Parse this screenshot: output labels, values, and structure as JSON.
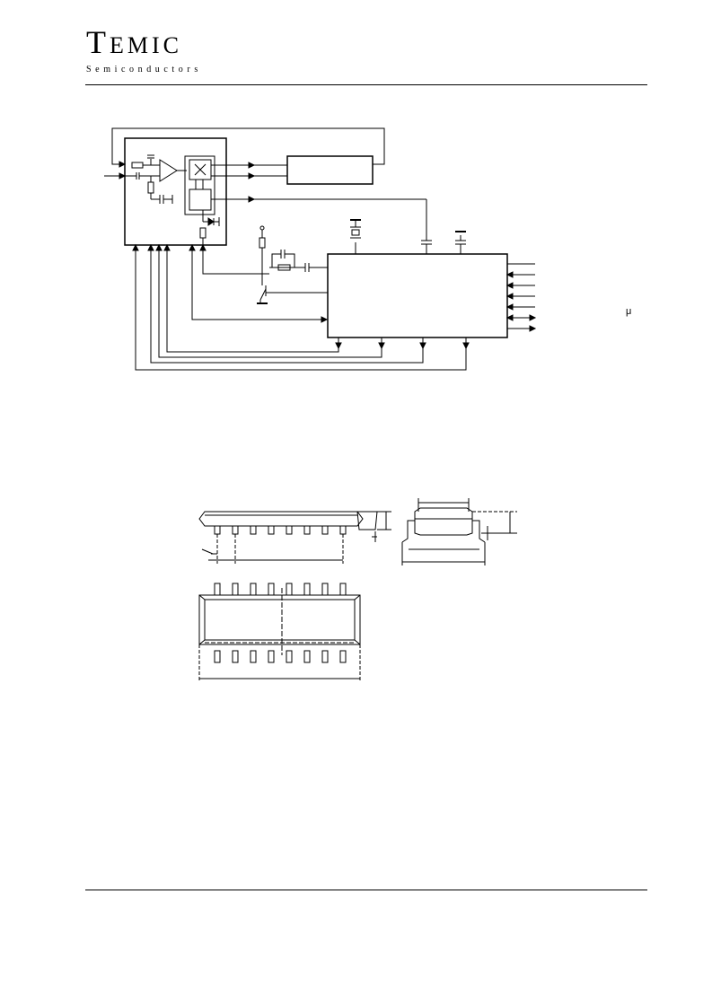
{
  "header": {
    "logo_first_letter": "T",
    "logo_rest": "EMIC",
    "logo_subtitle": "Semiconductors"
  },
  "annotations": {
    "micro_symbol": "μ"
  }
}
